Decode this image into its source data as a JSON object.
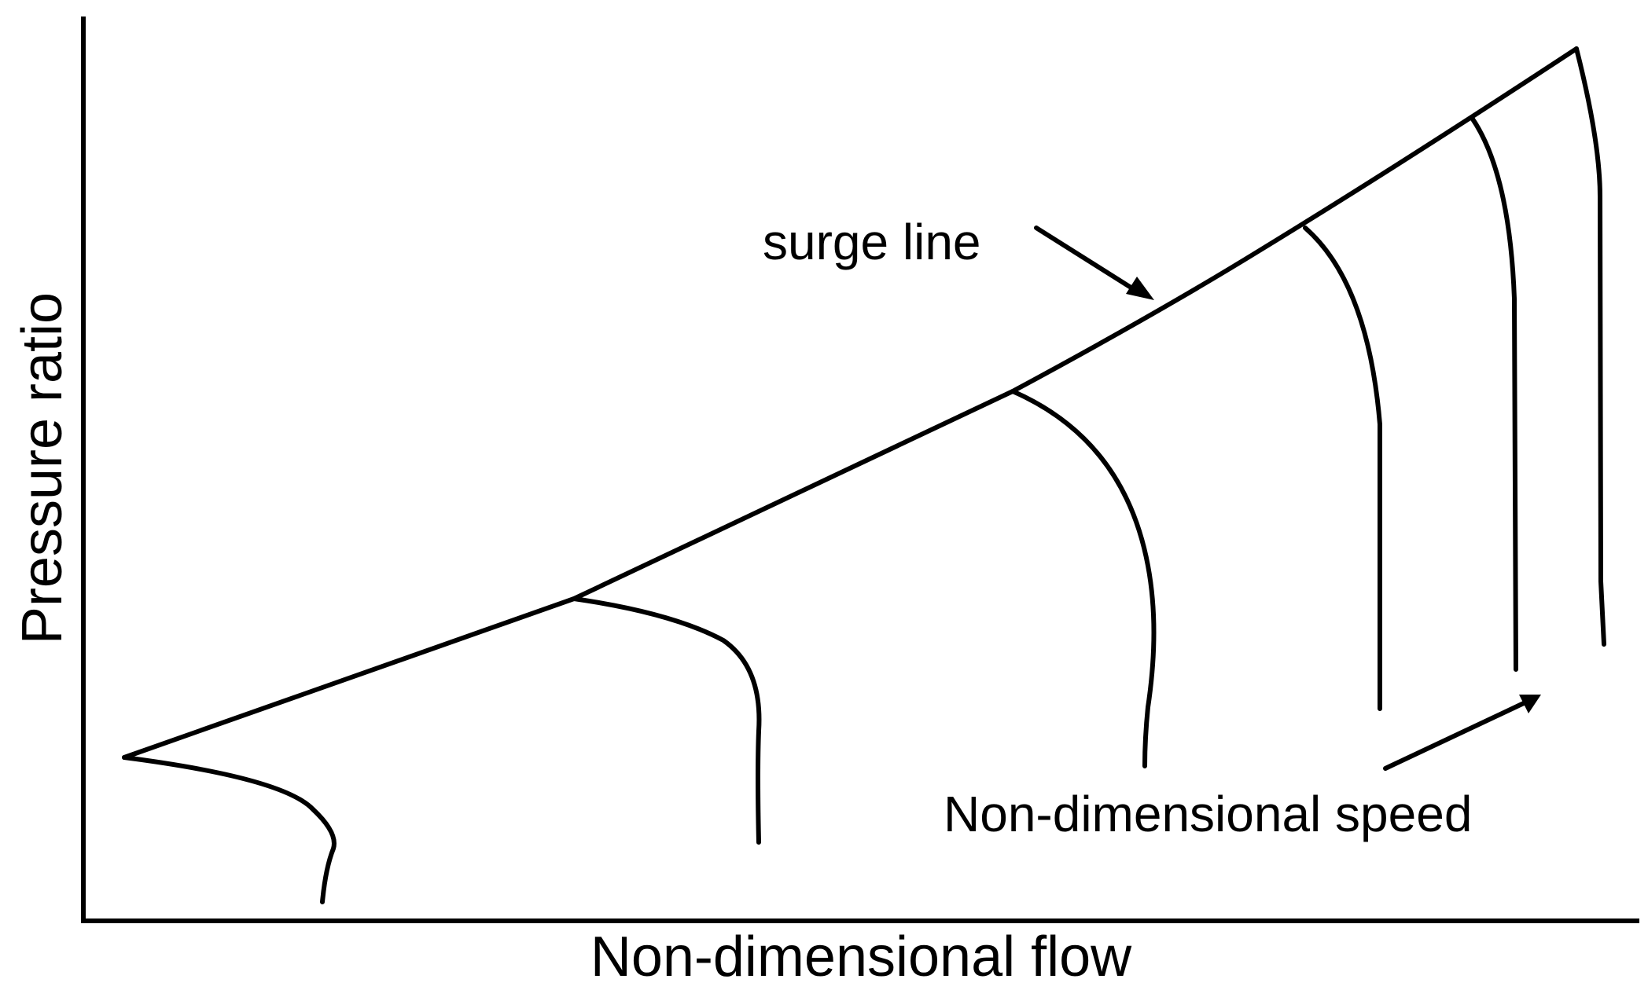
{
  "axes": {
    "x_label": "Non-dimensional flow",
    "y_label": "Pressure ratio"
  },
  "annotations": {
    "surge_line": "surge line",
    "speed": "Non-dimensional speed"
  },
  "colors": {
    "stroke": "#000000",
    "background": "#ffffff"
  }
}
